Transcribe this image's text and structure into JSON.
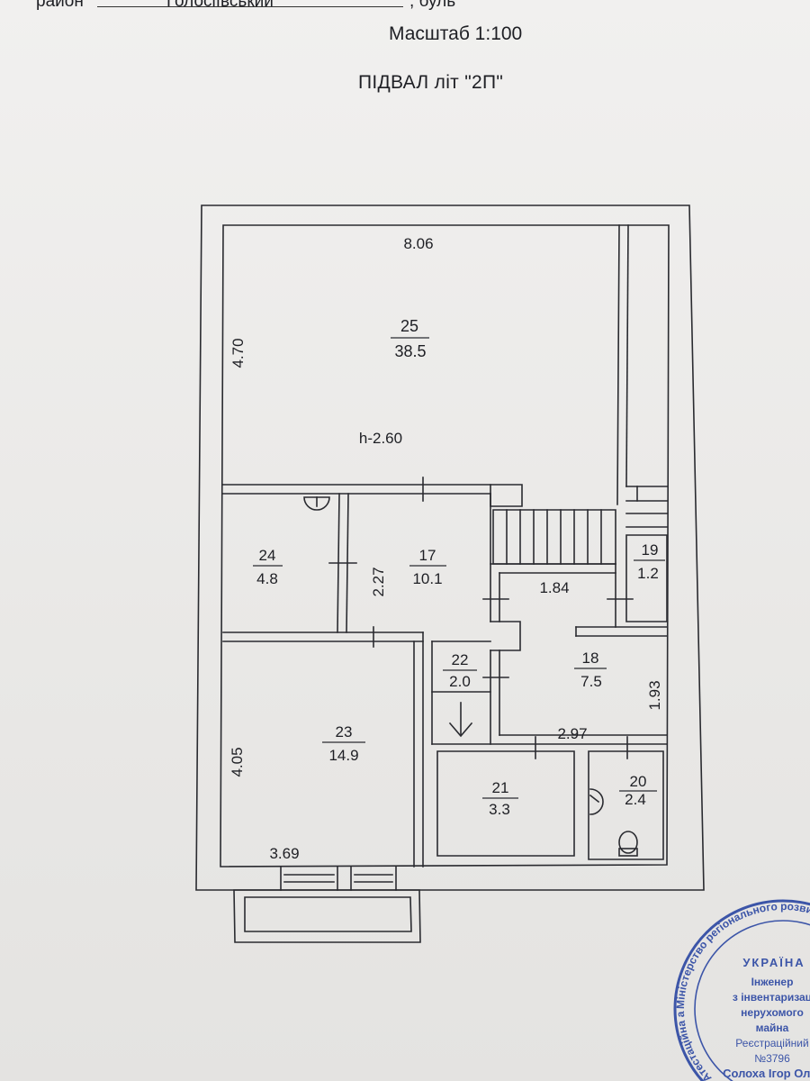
{
  "header": {
    "district_label": "район",
    "district_value": "Голосіївський",
    "district_tail": ", буль",
    "scale": "Масштаб 1:100",
    "title": "ПІДВАЛ літ \"2П\""
  },
  "plan": {
    "height_note": "h-2.60",
    "rooms": [
      {
        "number": "25",
        "area": "38.5"
      },
      {
        "number": "24",
        "area": "4.8"
      },
      {
        "number": "17",
        "area": "10.1"
      },
      {
        "number": "19",
        "area": "1.2"
      },
      {
        "number": "22",
        "area": "2.0"
      },
      {
        "number": "18",
        "area": "7.5"
      },
      {
        "number": "23",
        "area": "14.9"
      },
      {
        "number": "21",
        "area": "3.3"
      },
      {
        "number": "20",
        "area": "2.4"
      }
    ],
    "dimensions": {
      "room25_width": "8.06",
      "room25_height": "4.70",
      "room17_height": "2.27",
      "room18_width": "1.84",
      "room18_height": "1.93",
      "room18_bottom": "2.97",
      "room23_height": "4.05",
      "room23_width": "3.69"
    }
  },
  "stamp": {
    "country": "УКРАЇНА",
    "line1": "Інженер",
    "line2": "з інвентаризац",
    "line3": "нерухомого",
    "line4": "майна",
    "line5": "Реєстраційний",
    "number": "№3796",
    "person": "Солоха Ігор Олег",
    "ring_text": "Міністерство регіонального розвитку, будівництва та житлово-комунального господарства України • Атестаційна архітектурно-будівельна комісія"
  },
  "colors": {
    "line": "#2a2b30",
    "stamp": "#3c55a8",
    "paper": "#ecebe9"
  }
}
